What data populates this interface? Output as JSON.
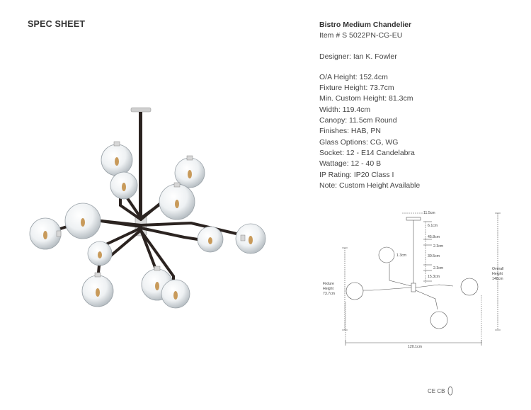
{
  "header": {
    "title": "SPEC SHEET"
  },
  "product": {
    "name": "Bistro Medium Chandelier",
    "item": "Item # S 5022PN-CG-EU",
    "designer": "Designer: Ian K. Fowler",
    "specs": [
      "O/A Height: 152.4cm",
      "Fixture Height: 73.7cm",
      "Min. Custom Height: 81.3cm",
      "Width: 119.4cm",
      "Canopy: 11.5cm Round",
      "Finishes: HAB, PN",
      "Glass Options: CG, WG",
      "Socket: 12 - E14 Candelabra",
      "Wattage: 12 - 40 B",
      "IP Rating: IP20 Class I",
      "Note: Custom Height Available"
    ]
  },
  "drawing": {
    "canopy": "11.5cm",
    "d1": "6.1cm",
    "d2": "45.8cm",
    "d3": "2.3cm",
    "d4": "30.5cm",
    "d5": "2.3cm",
    "d6": "15.3cm",
    "globe": "1.3cm",
    "fixture_label": [
      "Fixture",
      "Height",
      "73.7cm"
    ],
    "overall_label": [
      "Overall",
      "Height",
      "148cm"
    ],
    "width": "120.1cm"
  },
  "certifications": {
    "text": "CE CB"
  },
  "colors": {
    "brass": "#c9c9c9",
    "dark_bronze": "#2b2320",
    "glass": "#e8edf0"
  }
}
